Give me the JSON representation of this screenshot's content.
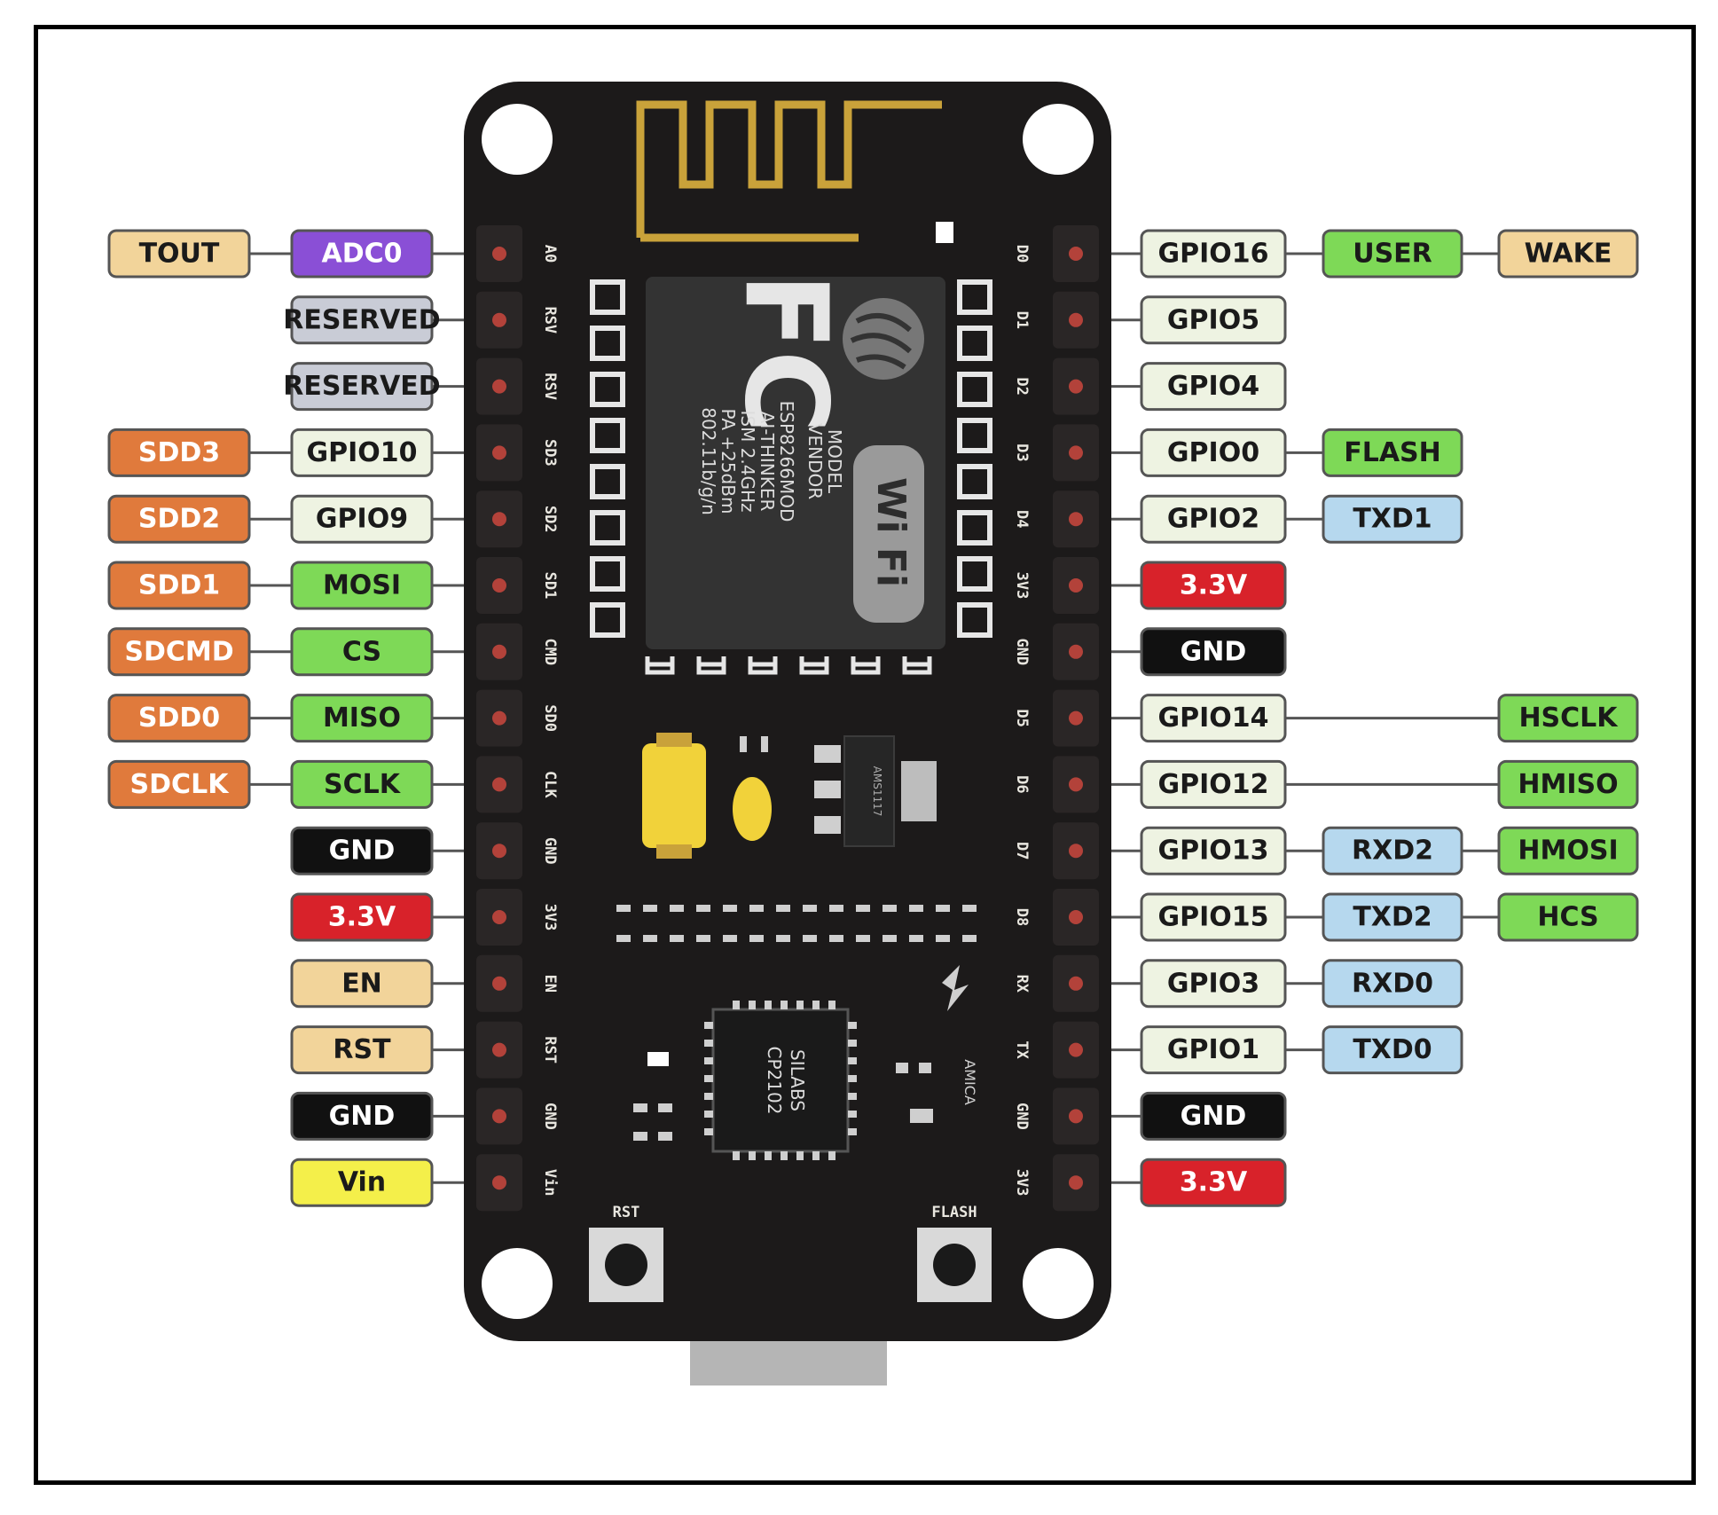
{
  "colors": {
    "board": "#1c1a1a",
    "antenna": "#c9a23a",
    "module": "#333333",
    "tan": "#f2d49a",
    "purple": "#8a4fd6",
    "gray": "#c9ccd6",
    "orange": "#e07a3c",
    "pale_green": "#eef3e2",
    "green": "#7ed957",
    "black": "#111111",
    "red": "#d8222a",
    "yellow": "#f4ef4a",
    "blue": "#b6d8ee"
  },
  "left_silk": [
    "A0",
    "RSV",
    "RSV",
    "SD3",
    "SD2",
    "SD1",
    "CMD",
    "SD0",
    "CLK",
    "GND",
    "3V3",
    "EN",
    "RST",
    "GND",
    "Vin"
  ],
  "right_silk": [
    "D0",
    "D1",
    "D2",
    "D3",
    "D4",
    "3V3",
    "GND",
    "D5",
    "D6",
    "D7",
    "D8",
    "RX",
    "TX",
    "GND",
    "3V3"
  ],
  "left_rows": [
    [
      {
        "t": "TOUT",
        "c": "tan"
      },
      {
        "t": "ADC0",
        "c": "purple"
      }
    ],
    [
      null,
      {
        "t": "RESERVED",
        "c": "gray"
      }
    ],
    [
      null,
      {
        "t": "RESERVED",
        "c": "gray"
      }
    ],
    [
      {
        "t": "SDD3",
        "c": "orange"
      },
      {
        "t": "GPIO10",
        "c": "pale_green"
      }
    ],
    [
      {
        "t": "SDD2",
        "c": "orange"
      },
      {
        "t": "GPIO9",
        "c": "pale_green"
      }
    ],
    [
      {
        "t": "SDD1",
        "c": "orange"
      },
      {
        "t": "MOSI",
        "c": "green"
      }
    ],
    [
      {
        "t": "SDCMD",
        "c": "orange"
      },
      {
        "t": "CS",
        "c": "green"
      }
    ],
    [
      {
        "t": "SDD0",
        "c": "orange"
      },
      {
        "t": "MISO",
        "c": "green"
      }
    ],
    [
      {
        "t": "SDCLK",
        "c": "orange"
      },
      {
        "t": "SCLK",
        "c": "green"
      }
    ],
    [
      null,
      {
        "t": "GND",
        "c": "black"
      }
    ],
    [
      null,
      {
        "t": "3.3V",
        "c": "red"
      }
    ],
    [
      null,
      {
        "t": "EN",
        "c": "tan"
      }
    ],
    [
      null,
      {
        "t": "RST",
        "c": "tan"
      }
    ],
    [
      null,
      {
        "t": "GND",
        "c": "black"
      }
    ],
    [
      null,
      {
        "t": "Vin",
        "c": "yellow"
      }
    ]
  ],
  "right_rows": [
    [
      {
        "t": "GPIO16",
        "c": "pale_green"
      },
      {
        "t": "USER",
        "c": "green"
      },
      {
        "t": "WAKE",
        "c": "tan"
      }
    ],
    [
      {
        "t": "GPIO5",
        "c": "pale_green"
      },
      null,
      null
    ],
    [
      {
        "t": "GPIO4",
        "c": "pale_green"
      },
      null,
      null
    ],
    [
      {
        "t": "GPIO0",
        "c": "pale_green"
      },
      {
        "t": "FLASH",
        "c": "green"
      },
      null
    ],
    [
      {
        "t": "GPIO2",
        "c": "pale_green"
      },
      {
        "t": "TXD1",
        "c": "blue"
      },
      null
    ],
    [
      {
        "t": "3.3V",
        "c": "red"
      },
      null,
      null
    ],
    [
      {
        "t": "GND",
        "c": "black"
      },
      null,
      null
    ],
    [
      {
        "t": "GPIO14",
        "c": "pale_green"
      },
      null,
      {
        "t": "HSCLK",
        "c": "green"
      }
    ],
    [
      {
        "t": "GPIO12",
        "c": "pale_green"
      },
      null,
      {
        "t": "HMISO",
        "c": "green"
      }
    ],
    [
      {
        "t": "GPIO13",
        "c": "pale_green"
      },
      {
        "t": "RXD2",
        "c": "blue"
      },
      {
        "t": "HMOSI",
        "c": "green"
      }
    ],
    [
      {
        "t": "GPIO15",
        "c": "pale_green"
      },
      {
        "t": "TXD2",
        "c": "blue"
      },
      {
        "t": "HCS",
        "c": "green"
      }
    ],
    [
      {
        "t": "GPIO3",
        "c": "pale_green"
      },
      {
        "t": "RXD0",
        "c": "blue"
      },
      null
    ],
    [
      {
        "t": "GPIO1",
        "c": "pale_green"
      },
      {
        "t": "TXD0",
        "c": "blue"
      },
      null
    ],
    [
      {
        "t": "GND",
        "c": "black"
      },
      null,
      null
    ],
    [
      {
        "t": "3.3V",
        "c": "red"
      },
      null,
      null
    ]
  ],
  "module": {
    "fc_logo": "FC",
    "lines": [
      "MODEL",
      "VENDOR",
      "ESP8266MOD",
      "AI-THINKER",
      "ISM 2.4GHz",
      "PA +25dBm",
      "802.11b/g/n"
    ],
    "wifi_logo": "Wi Fi"
  },
  "regulator_text": "AMS1117",
  "usb_chip": [
    "SILABS",
    "CP2102"
  ],
  "buttons": {
    "rst": "RST",
    "flash": "FLASH"
  },
  "brand_text": "AMICA"
}
